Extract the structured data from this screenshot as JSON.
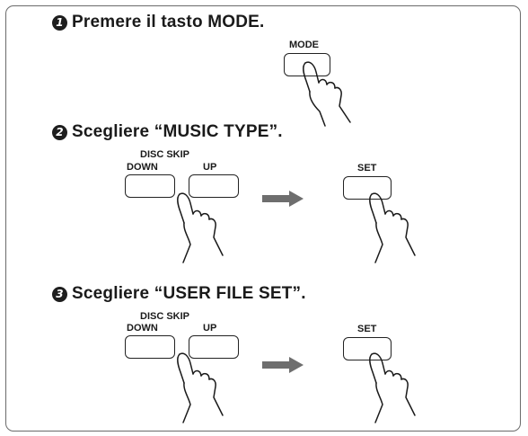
{
  "steps": [
    {
      "num": "1",
      "text": "Premere il tasto MODE."
    },
    {
      "num": "2",
      "text": "Scegliere “MUSIC TYPE”."
    },
    {
      "num": "3",
      "text": "Scegliere “USER FILE SET”."
    }
  ],
  "labels": {
    "mode": "MODE",
    "disc_skip": "DISC SKIP",
    "down": "DOWN",
    "up": "UP",
    "set": "SET"
  },
  "icons": [
    "pointing-hand-icon",
    "right-arrow-icon"
  ],
  "colors": {
    "ink": "#1a1a1a",
    "arrow": "#6e6e6e",
    "frame": "#6a6a6a"
  }
}
